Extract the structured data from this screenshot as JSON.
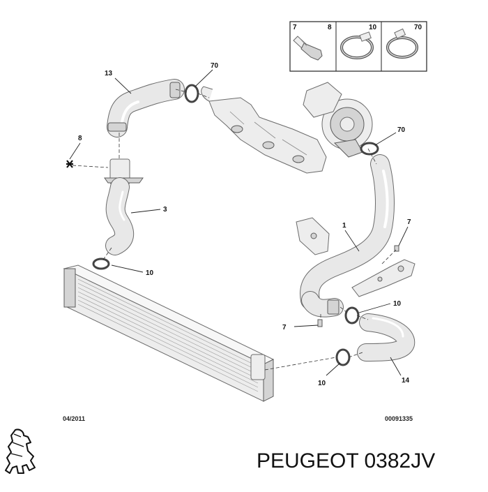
{
  "callouts": {
    "c13": "13",
    "c70a": "70",
    "c8": "8",
    "c3": "3",
    "c10a": "10",
    "c70b": "70",
    "c1": "1",
    "c7a": "7",
    "c10b": "10",
    "c7b": "7",
    "c10c": "10",
    "c14": "14"
  },
  "legend_box": {
    "cell1": "7",
    "cell2": "8",
    "cell3": "10",
    "cell4": "70"
  },
  "footer": {
    "date": "04/2011",
    "diagram_code": "00091335"
  },
  "brand": {
    "part_label": "PEUGEOT 0382JV"
  }
}
